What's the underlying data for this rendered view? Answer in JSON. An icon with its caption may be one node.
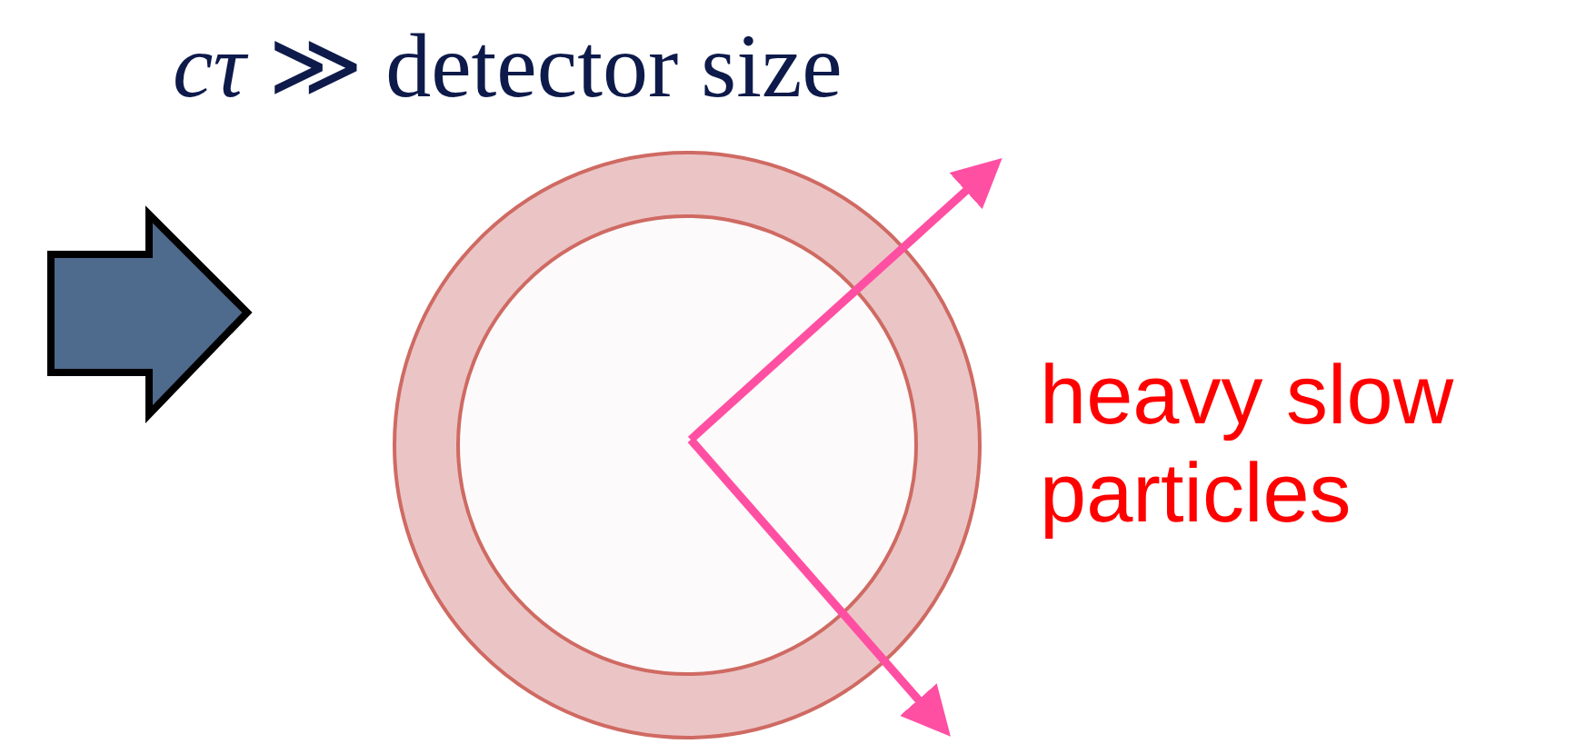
{
  "diagram": {
    "title": "*cτ* ≫ detector size",
    "nodes": [
      {
        "text": [],
        "shape": "circle"
      },
      {
        "text": [],
        "shape": "circle",
        "in": 0
      }
    ],
    "labels": [
      "heavy slow particles"
    ]
  }
}
